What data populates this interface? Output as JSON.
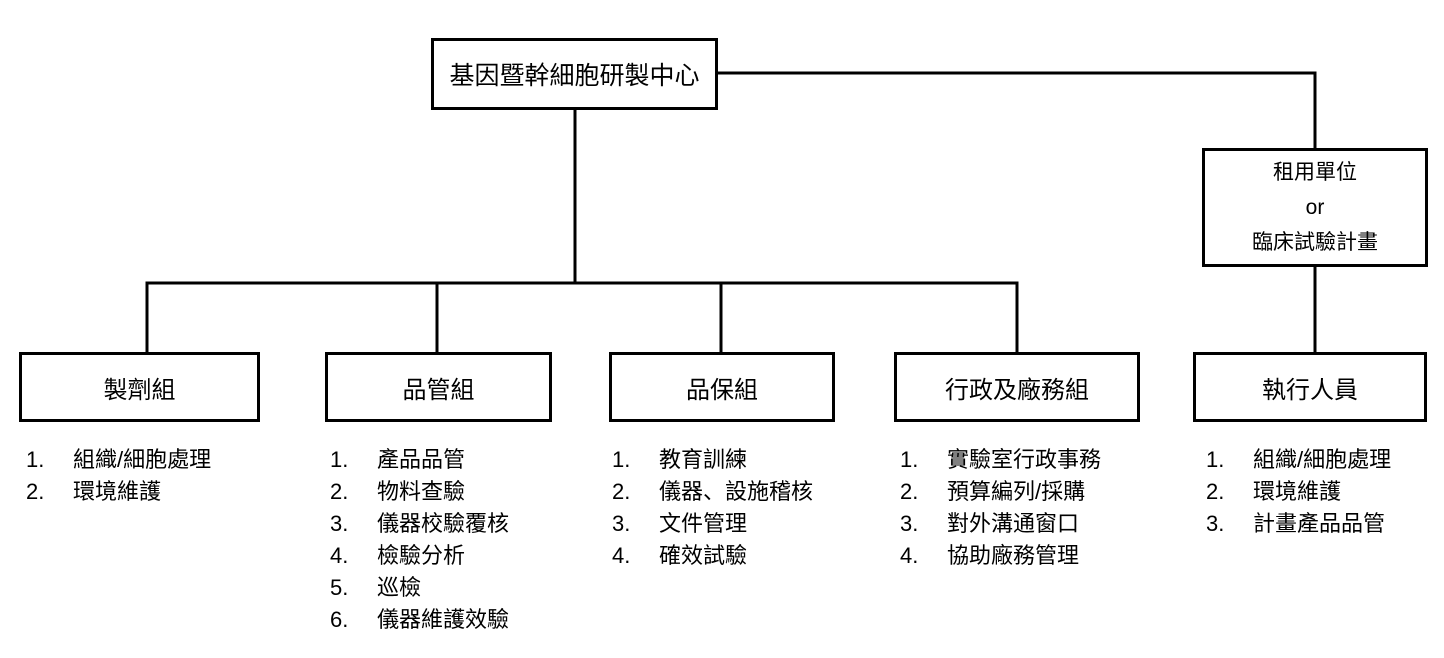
{
  "diagram": {
    "root": {
      "label": "基因暨幹細胞研製中心"
    },
    "rental": {
      "line1": "租用單位",
      "line2": "or",
      "line3": "臨床試驗計畫"
    },
    "groups": [
      {
        "label": "製劑組",
        "items": [
          {
            "num": "1.",
            "text": "組織/細胞處理"
          },
          {
            "num": "2.",
            "text": "環境維護"
          }
        ]
      },
      {
        "label": "品管組",
        "items": [
          {
            "num": "1.",
            "text": "產品品管"
          },
          {
            "num": "2.",
            "text": "物料查驗"
          },
          {
            "num": "3.",
            "text": "儀器校驗覆核"
          },
          {
            "num": "4.",
            "text": "檢驗分析"
          },
          {
            "num": "5.",
            "text": "巡檢"
          },
          {
            "num": "6.",
            "text": "儀器維護效驗"
          }
        ]
      },
      {
        "label": "品保組",
        "items": [
          {
            "num": "1.",
            "text": "教育訓練"
          },
          {
            "num": "2.",
            "text": "儀器、設施稽核"
          },
          {
            "num": "3.",
            "text": "文件管理"
          },
          {
            "num": "4.",
            "text": "確效試驗"
          }
        ]
      },
      {
        "label": "行政及廠務組",
        "items": [
          {
            "num": "1.",
            "text": "實驗室行政事務"
          },
          {
            "num": "2.",
            "text": "預算編列/採購"
          },
          {
            "num": "3.",
            "text": "對外溝通窗口"
          },
          {
            "num": "4.",
            "text": "協助廠務管理"
          }
        ]
      },
      {
        "label": "執行人員",
        "items": [
          {
            "num": "1.",
            "text": "組織/細胞處理"
          },
          {
            "num": "2.",
            "text": "環境維護"
          },
          {
            "num": "3.",
            "text": "計畫產品品管"
          }
        ]
      }
    ],
    "colors": {
      "background": "#ffffff",
      "line": "#000000",
      "text": "#000000"
    }
  }
}
